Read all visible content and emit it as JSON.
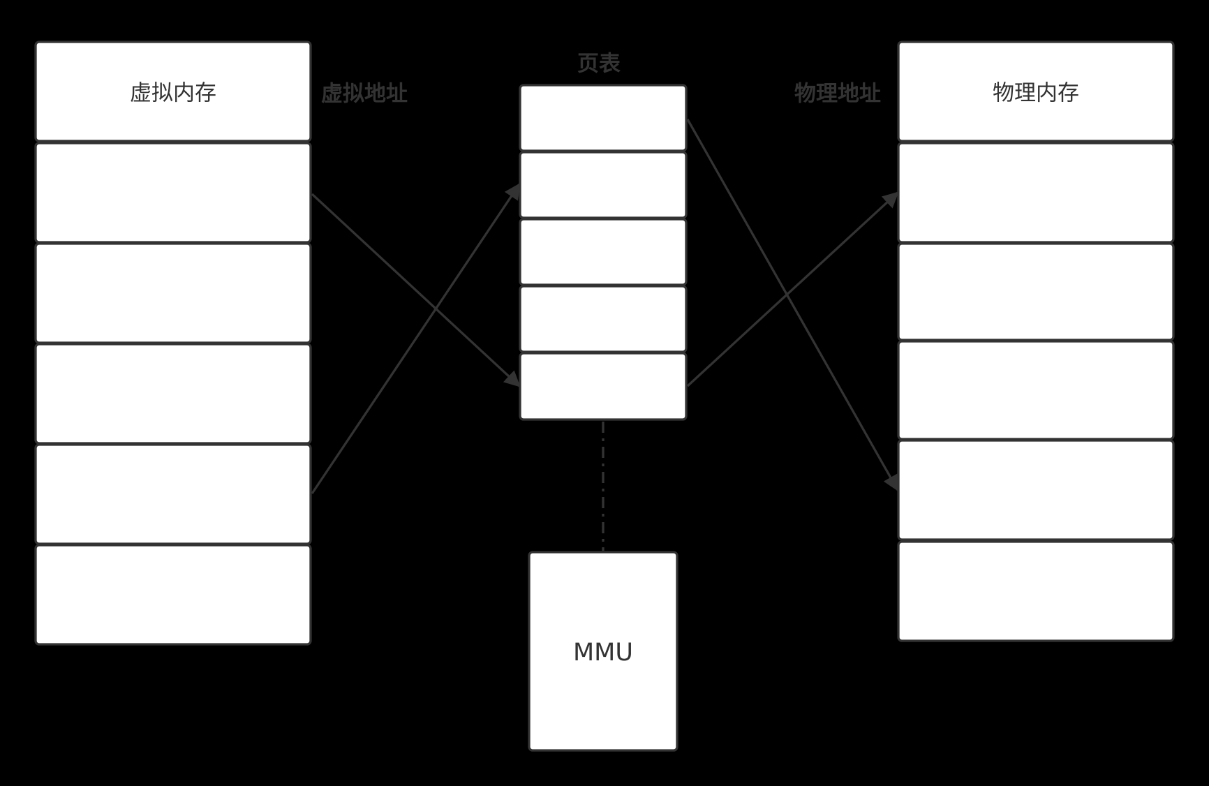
{
  "diagram": {
    "virtual_memory": {
      "title": "虚拟内存",
      "pages": 5
    },
    "page_table": {
      "title": "页表",
      "entries": 5
    },
    "physical_memory": {
      "title": "物理内存",
      "frames": 5
    },
    "mmu": {
      "label": "MMU"
    },
    "labels": {
      "virtual_address": "虚拟地址",
      "physical_address": "物理地址"
    },
    "colors": {
      "background": "#000000",
      "box_fill": "#ffffff",
      "stroke": "#333333"
    }
  }
}
